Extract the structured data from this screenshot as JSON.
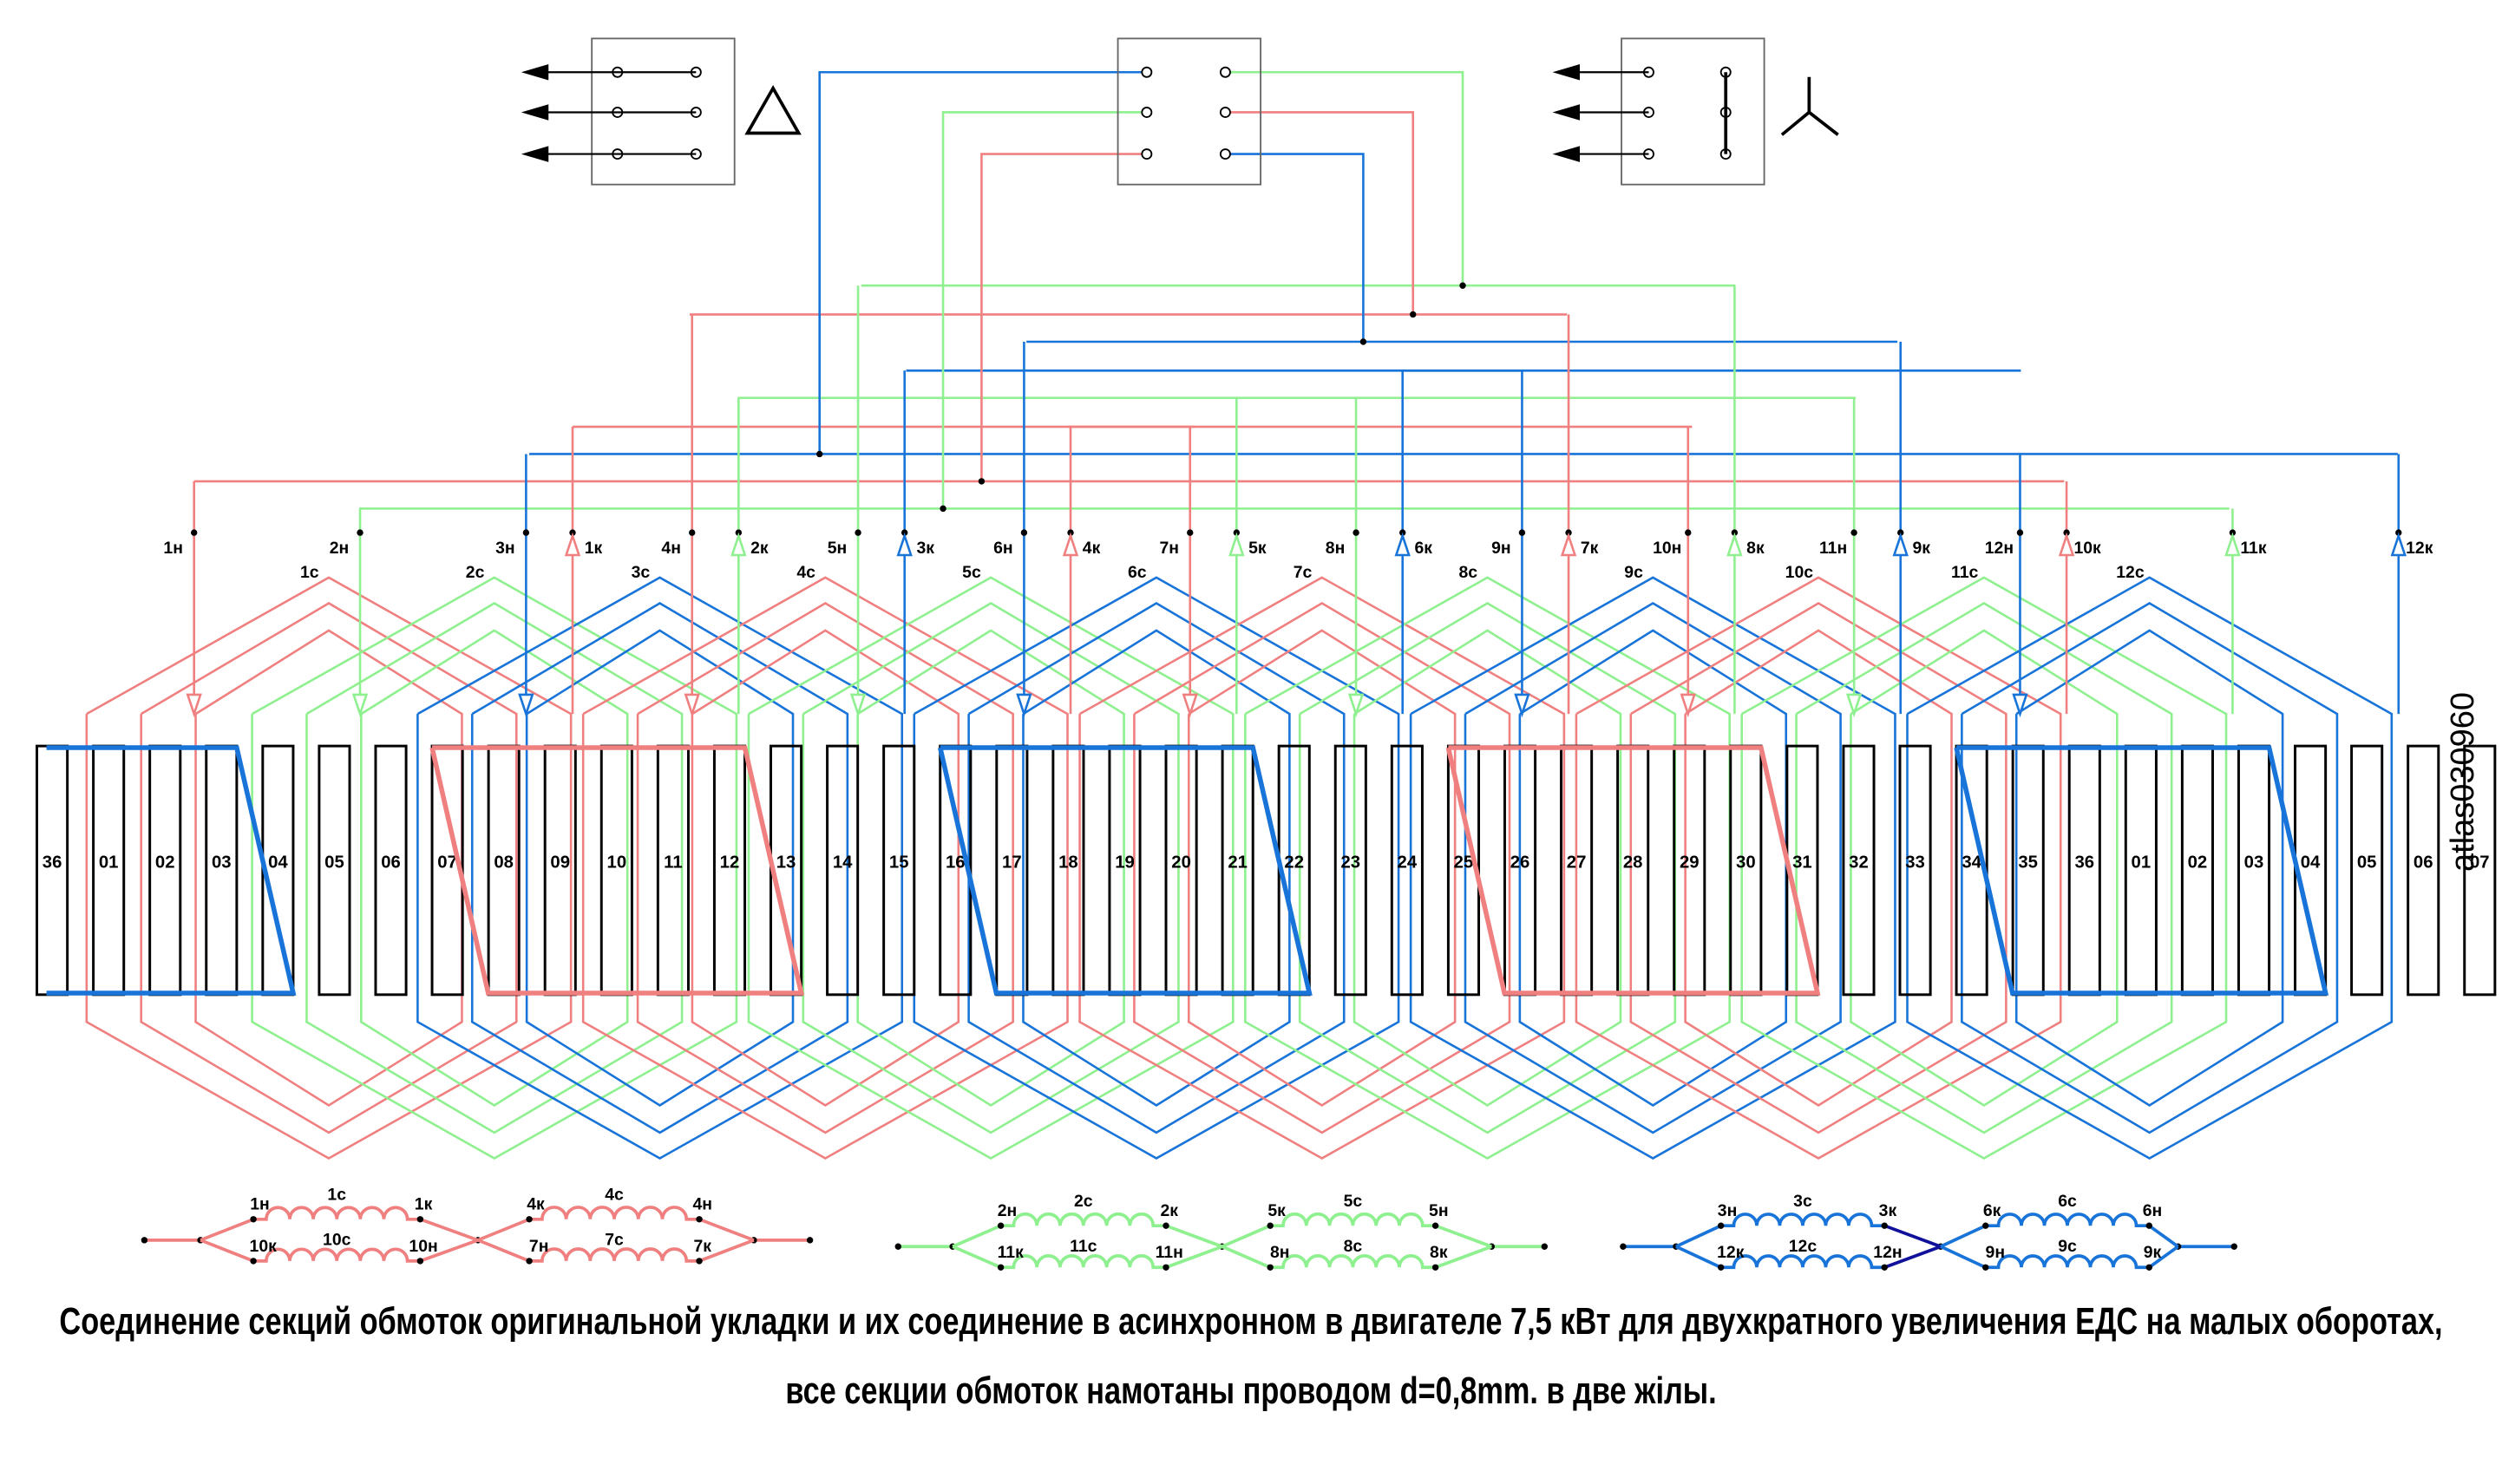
{
  "colors": {
    "phase_red": "#f08080",
    "phase_green": "#8ef08e",
    "phase_blue": "#1874d8",
    "dark_blue": "#10109a",
    "outline": "#000000"
  },
  "slots": [
    "36",
    "01",
    "02",
    "03",
    "04",
    "05",
    "06",
    "07",
    "08",
    "09",
    "10",
    "11",
    "12",
    "13",
    "14",
    "15",
    "16",
    "17",
    "18",
    "19",
    "20",
    "21",
    "22",
    "23",
    "24",
    "25",
    "26",
    "27",
    "28",
    "29",
    "30",
    "31",
    "32",
    "33",
    "34",
    "35",
    "36",
    "01",
    "02",
    "03",
    "04",
    "05",
    "06",
    "07"
  ],
  "coil_groups": [
    "1с",
    "2с",
    "3с",
    "4с",
    "5с",
    "6с",
    "7с",
    "8с",
    "9с",
    "10с",
    "11с",
    "12с"
  ],
  "start_leads": [
    "1н",
    "2н",
    "3н",
    "4н",
    "5н",
    "6н",
    "7н",
    "8н",
    "9н",
    "10н",
    "11н",
    "12н"
  ],
  "end_leads": [
    "1к",
    "2к",
    "3к",
    "4к",
    "5к",
    "6к",
    "7к",
    "8к",
    "9к",
    "10к",
    "11к",
    "12к"
  ],
  "terminal_boxes": {
    "left_symbol": "delta",
    "right_symbol": "star"
  },
  "schematics": [
    {
      "color": "red",
      "halves": [
        {
          "upper": [
            "1н",
            "1с",
            "1к"
          ],
          "lower": [
            "10к",
            "10с",
            "10н"
          ]
        },
        {
          "upper": [
            "4к",
            "4с",
            "4н"
          ],
          "lower": [
            "7н",
            "7с",
            "7к"
          ]
        }
      ]
    },
    {
      "color": "green",
      "halves": [
        {
          "upper": [
            "2н",
            "2с",
            "2к"
          ],
          "lower": [
            "11к",
            "11с",
            "11н"
          ]
        },
        {
          "upper": [
            "5к",
            "5с",
            "5н"
          ],
          "lower": [
            "8н",
            "8с",
            "8к"
          ]
        }
      ]
    },
    {
      "color": "blue",
      "halves": [
        {
          "upper": [
            "3н",
            "3с",
            "3к"
          ],
          "lower": [
            "12к",
            "12с",
            "12н"
          ]
        },
        {
          "upper": [
            "6к",
            "6с",
            "6н"
          ],
          "lower": [
            "9н",
            "9с",
            "9к"
          ]
        }
      ]
    }
  ],
  "caption": {
    "line1": "Соединение секций обмоток оригинальной укладки и их соединение в асинхронном в двигателе 7,5 кВт для двухкратного увеличения ЕДС на малых оборотах,",
    "line2": "все секции обмоток намотаны проводом d=0,8mm. в две жiлы."
  },
  "watermark": "atlas030960"
}
